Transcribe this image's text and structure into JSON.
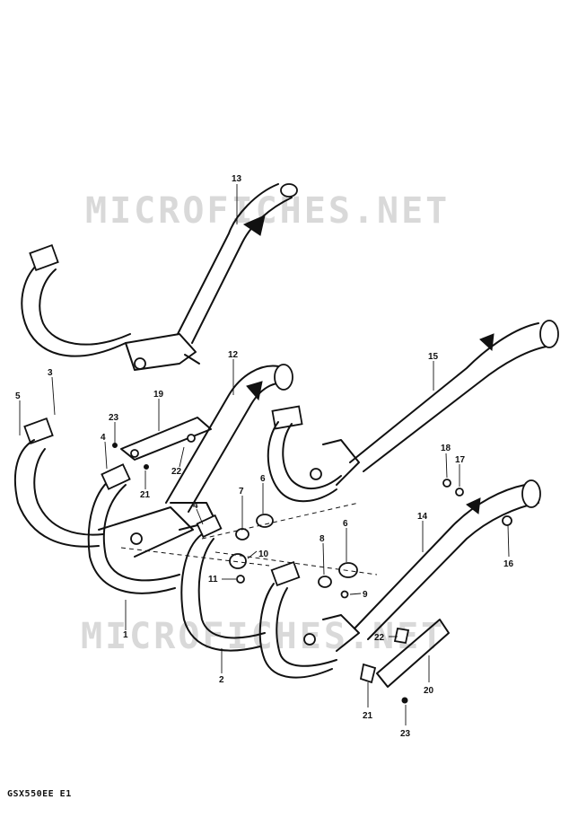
{
  "watermarks": [
    "MICROFICHES.NET",
    "MICROFICHES.NET"
  ],
  "footer_code": "GSX550EE E1",
  "callouts": {
    "p13": "13",
    "p3": "3",
    "p5": "5",
    "p19": "19",
    "p23a": "23",
    "p12": "12",
    "p4a": "4",
    "p22a": "22",
    "p21a": "21",
    "p15": "15",
    "p6a": "6",
    "p7": "7",
    "p4b": "4",
    "p10": "10",
    "p11": "11",
    "p8": "8",
    "p6b": "6",
    "p9": "9",
    "p18": "18",
    "p17": "17",
    "p14": "14",
    "p16": "16",
    "p1": "1",
    "p2": "2",
    "p22b": "22",
    "p20": "20",
    "p21b": "21",
    "p23b": "23"
  }
}
